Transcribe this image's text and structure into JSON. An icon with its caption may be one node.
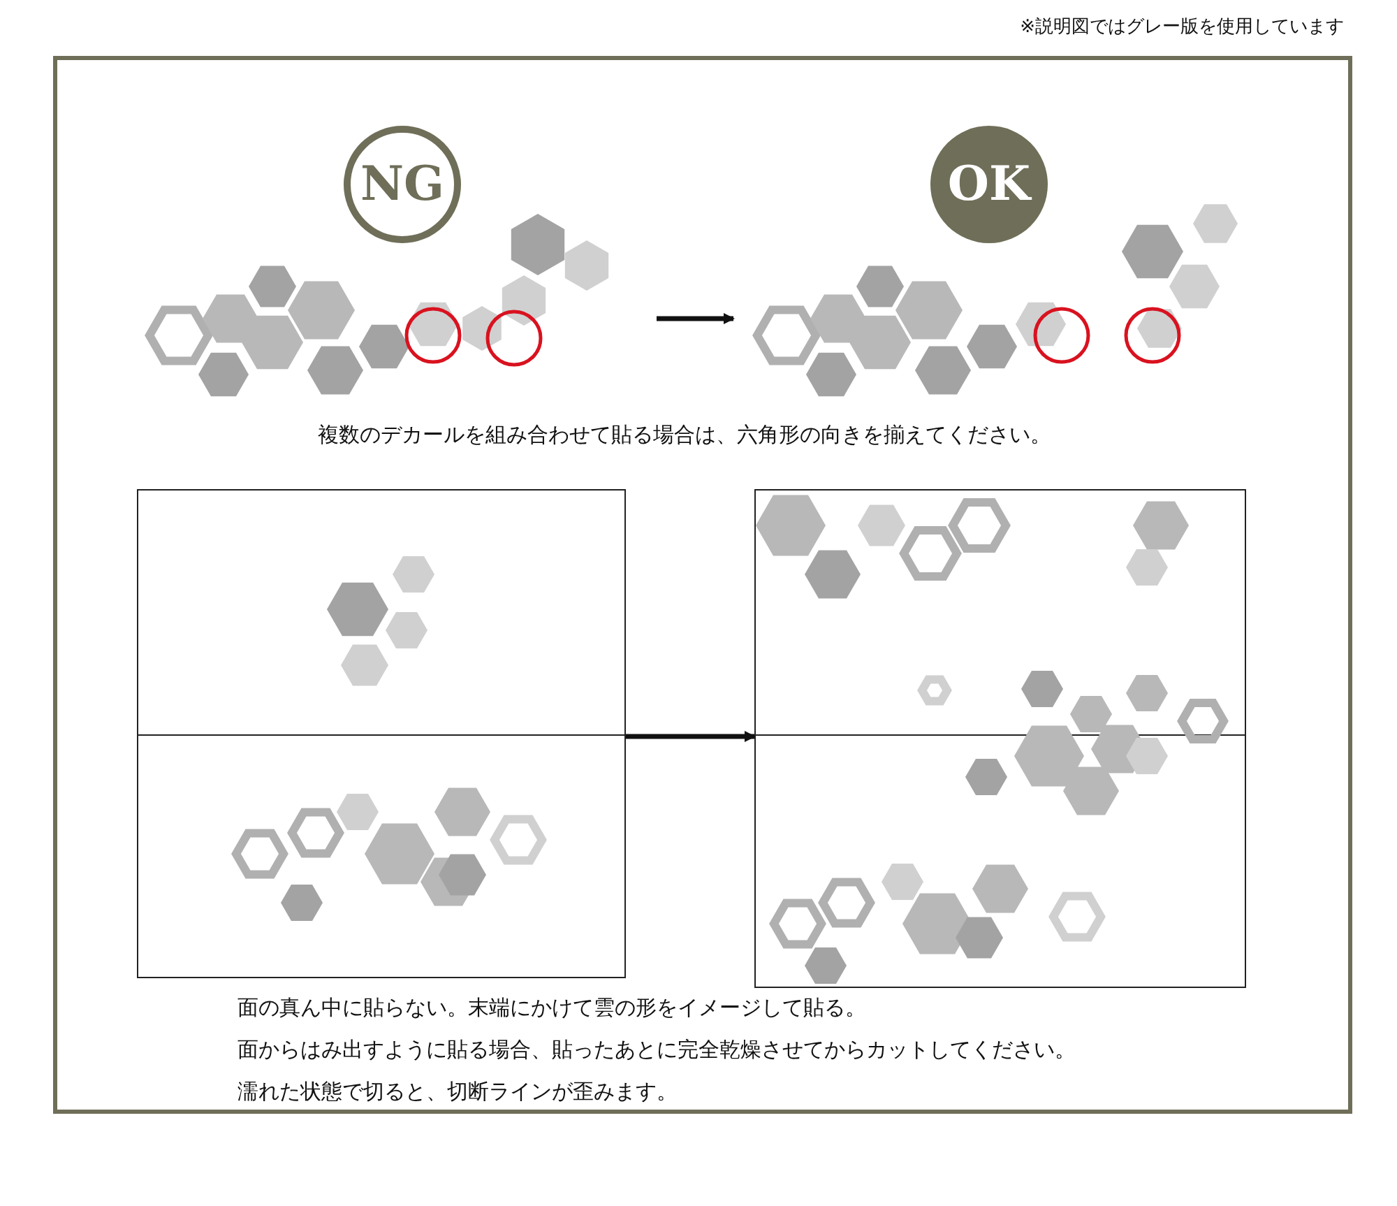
{
  "diagram": {
    "nodes": [
      {
        "text": [
          "NG"
        ]
      },
      {
        "text": [
          "OK"
        ]
      },
      {
        "text": [],
        "shape": "picture"
      },
      {
        "text": [],
        "shape": "picture"
      },
      {
        "text": [],
        "shape": "box"
      },
      {
        "text": [],
        "shape": "box"
      }
    ],
    "edges": [
      {
        "from": 2,
        "to": 3,
        "arrow": "to"
      },
      {
        "from": 4,
        "to": 5,
        "arrow": "to"
      }
    ],
    "labels": [
      "※説明図ではグレー版を使用しています",
      "複数のデカールを組み合わせて貼る場合は、六角形の向きを揃えてください。",
      "面の真ん中に貼らない。末端にかけて雲の形をイメージして貼る。",
      "面からはみ出すように貼る場合、貼ったあとに完全乾燥させてからカットしてください。",
      "濡れた状態で切ると、切断ラインが歪みます。"
    ]
  }
}
